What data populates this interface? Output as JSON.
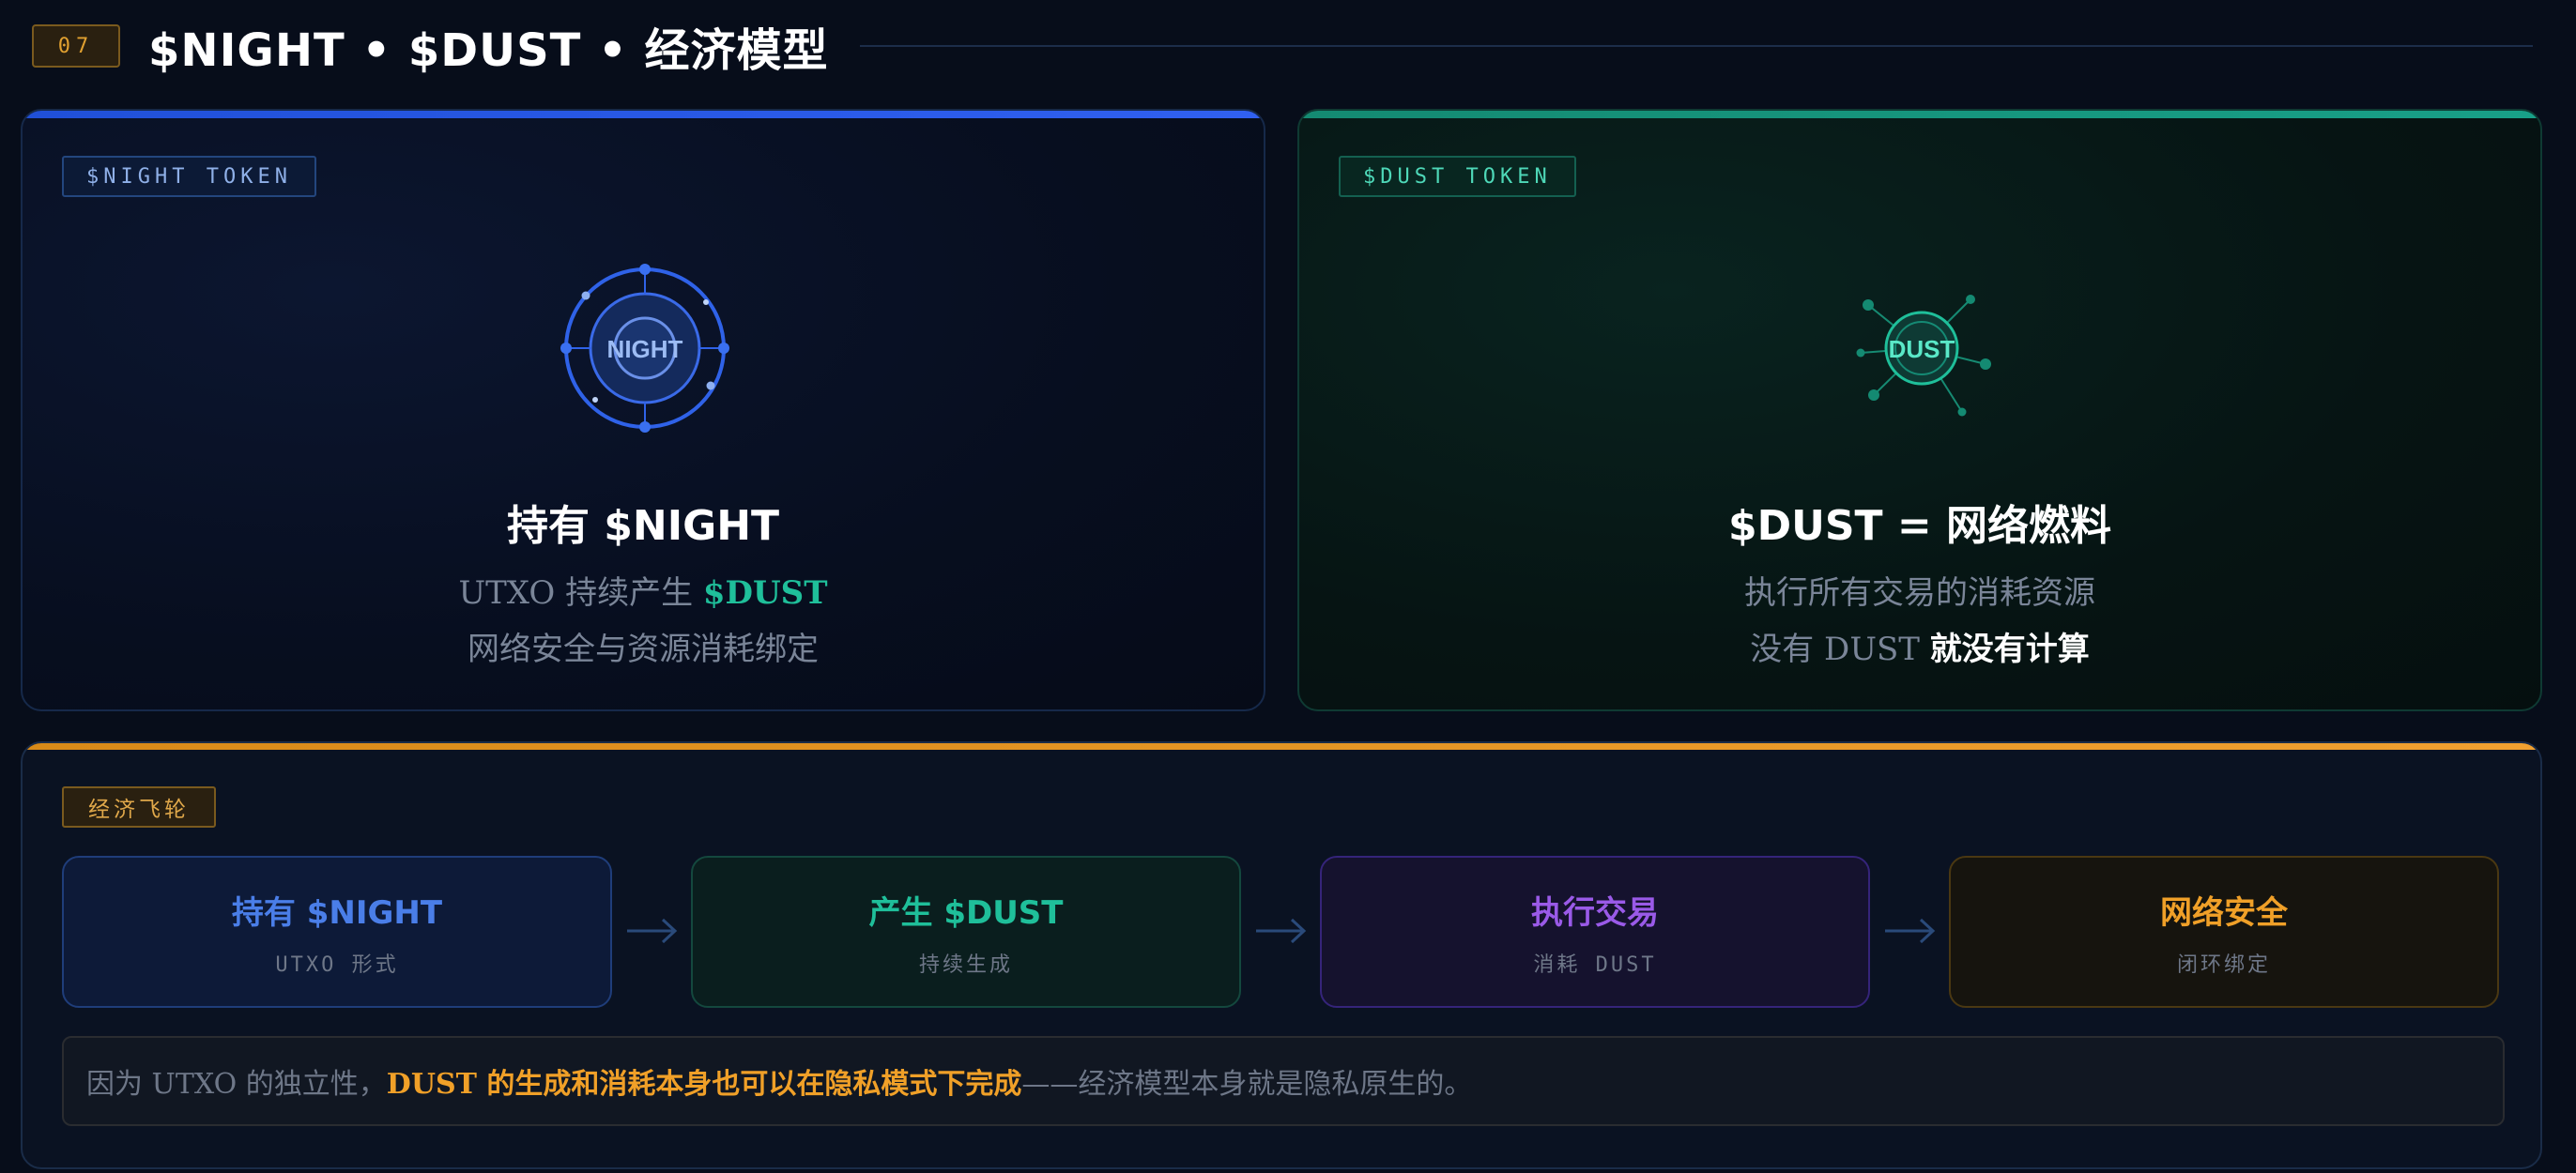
{
  "header": {
    "slide_number": "07",
    "title": "$NIGHT • $DUST • 经济模型"
  },
  "colors": {
    "background": "#070d1a",
    "night_blue": "#2f62e8",
    "dust_teal": "#1fbf9a",
    "purple": "#9a5ae8",
    "orange": "#f0a028"
  },
  "night_card": {
    "tag": "$NIGHT TOKEN",
    "icon": "night-orbit-icon",
    "icon_label": "NIGHT",
    "title": "持有 $NIGHT",
    "line1_prefix": "UTXO 持续产生 ",
    "line1_highlight": "$DUST",
    "line2": "网络安全与资源消耗绑定"
  },
  "dust_card": {
    "tag": "$DUST TOKEN",
    "icon": "dust-network-icon",
    "icon_label": "DUST",
    "title": "$DUST = 网络燃料",
    "line1": "执行所有交易的消耗资源",
    "line2_prefix": "没有 DUST ",
    "line2_highlight": "就没有计算"
  },
  "flywheel": {
    "tag": "经济飞轮",
    "steps": [
      {
        "title": "持有 $NIGHT",
        "subtitle": "UTXO 形式"
      },
      {
        "title": "产生 $DUST",
        "subtitle": "持续生成"
      },
      {
        "title": "执行交易",
        "subtitle": "消耗 DUST"
      },
      {
        "title": "网络安全",
        "subtitle": "闭环绑定"
      }
    ],
    "arrow_icon": "arrow-right-icon",
    "note_prefix": "因为 UTXO 的独立性，",
    "note_highlight": "DUST 的生成和消耗本身也可以在隐私模式下完成",
    "note_suffix": "——经济模型本身就是隐私原生的。"
  }
}
